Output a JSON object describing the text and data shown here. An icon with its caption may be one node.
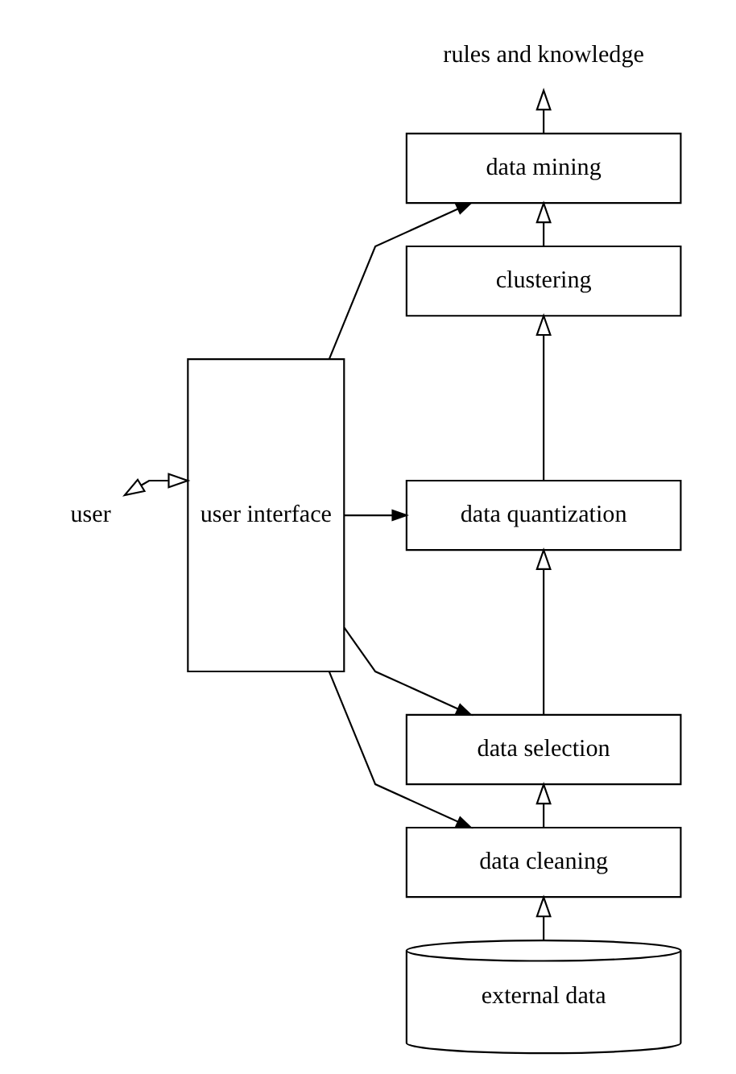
{
  "diagram": {
    "nodes": [
      {
        "text": [
          "user"
        ]
      },
      {
        "text": [
          "user interface"
        ]
      },
      {
        "text": [
          "rules and knowledge"
        ]
      },
      {
        "text": [
          "data mining"
        ]
      },
      {
        "text": [
          "clustering"
        ]
      },
      {
        "text": [
          "data quantization"
        ]
      },
      {
        "text": [
          "data selection"
        ]
      },
      {
        "text": [
          "data cleaning"
        ]
      },
      {
        "text": [
          "external data"
        ]
      }
    ],
    "edges": [
      {
        "from": 0,
        "to": 1,
        "arrow": "both"
      },
      {
        "from": 1,
        "to": 3,
        "arrow": "to"
      },
      {
        "from": 1,
        "to": 5,
        "arrow": "to"
      },
      {
        "from": 1,
        "to": 6,
        "arrow": "to"
      },
      {
        "from": 1,
        "to": 7,
        "arrow": "to"
      },
      {
        "from": 8,
        "to": 7,
        "arrow": "to"
      },
      {
        "from": 7,
        "to": 6,
        "arrow": "to"
      },
      {
        "from": 6,
        "to": 5,
        "arrow": "to"
      },
      {
        "from": 5,
        "to": 4,
        "arrow": "to"
      },
      {
        "from": 4,
        "to": 3,
        "arrow": "to"
      },
      {
        "from": 3,
        "to": 2,
        "arrow": "to"
      }
    ]
  }
}
